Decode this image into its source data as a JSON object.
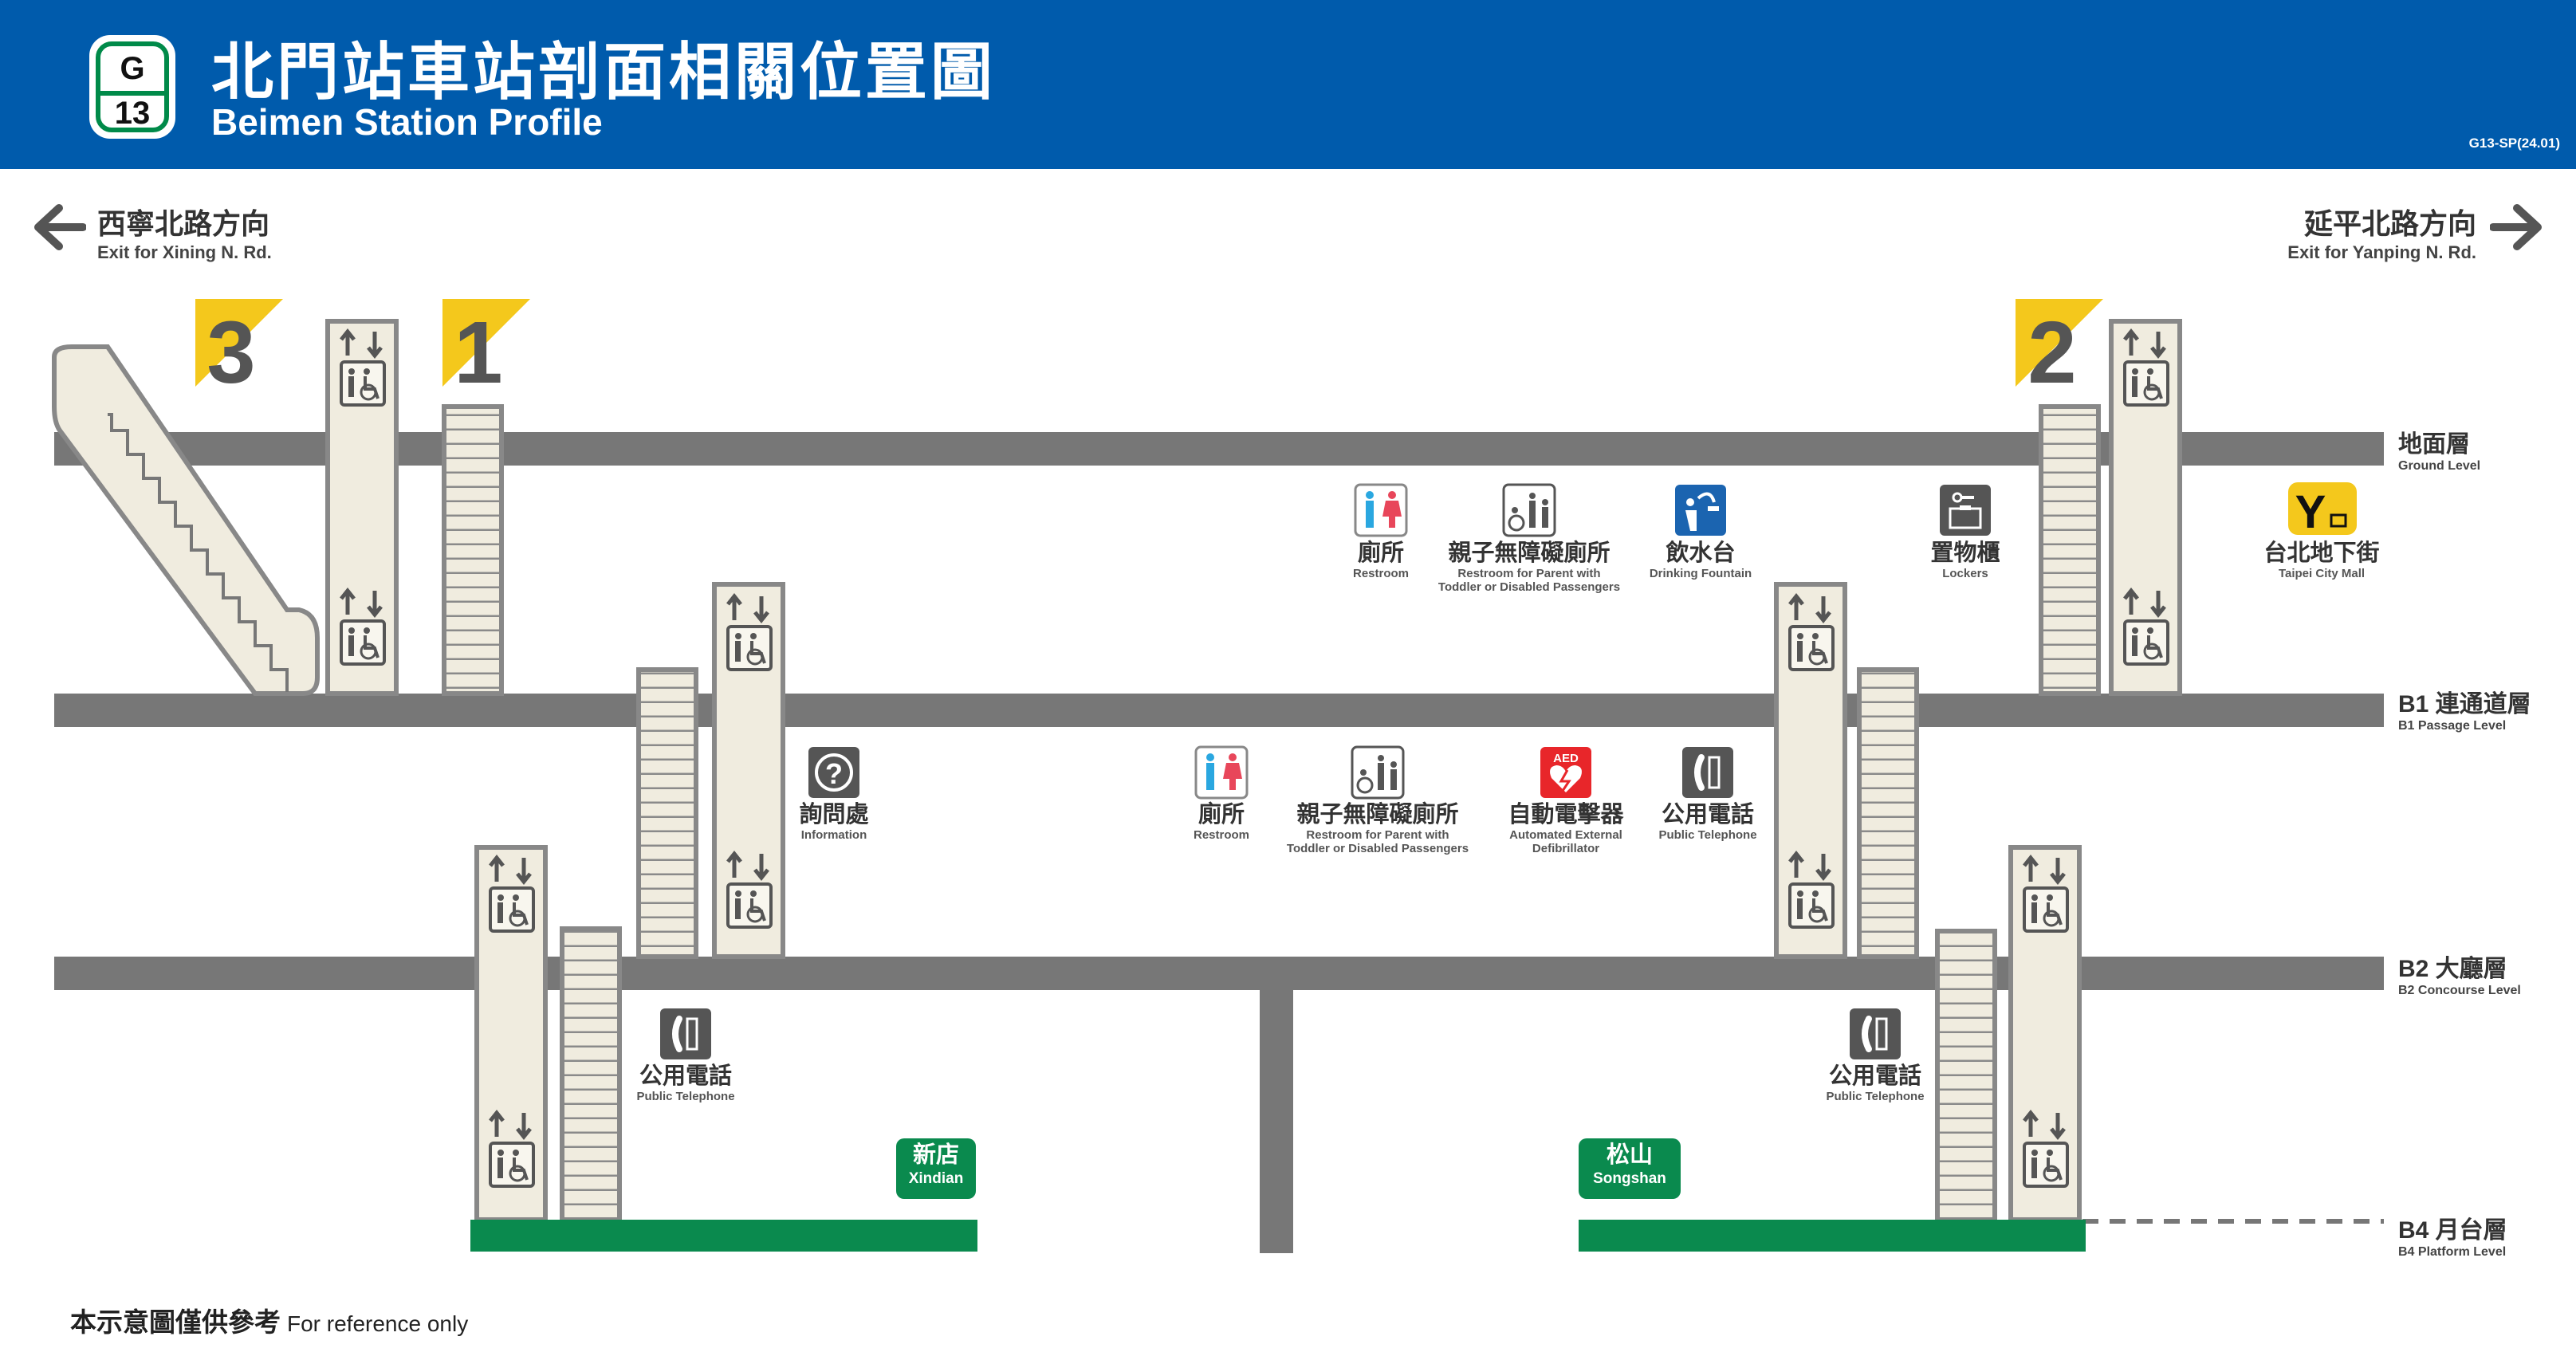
{
  "header": {
    "line_code": "G",
    "station_number": "13",
    "title_zh": "北門站車站剖面相關位置圖",
    "title_en": "Beimen Station Profile",
    "doc_code": "G13-SP(24.01)",
    "bg_color": "#005bac",
    "line_color": "#008a49"
  },
  "directions": {
    "left": {
      "zh": "西寧北路方向",
      "en": "Exit for Xining N. Rd."
    },
    "right": {
      "zh": "延平北路方向",
      "en": "Exit for Yanping N. Rd."
    }
  },
  "exits": [
    "3",
    "1",
    "2"
  ],
  "levels": [
    {
      "zh": "地面層",
      "en": "Ground Level"
    },
    {
      "zh": "B1 連通道層",
      "en": "B1 Passage Level"
    },
    {
      "zh": "B2 大廳層",
      "en": "B2 Concourse Level"
    },
    {
      "zh": "B4 月台層",
      "en": "B4 Platform Level"
    }
  ],
  "b1_facilities": [
    {
      "icon": "restroom-icon",
      "zh": "廁所",
      "en": [
        "Restroom"
      ]
    },
    {
      "icon": "family-restroom-icon",
      "zh": "親子無障礙廁所",
      "en": [
        "Restroom for Parent with",
        "Toddler or Disabled Passengers"
      ]
    },
    {
      "icon": "drinking-fountain-icon",
      "zh": "飲水台",
      "en": [
        "Drinking Fountain"
      ]
    },
    {
      "icon": "locker-icon",
      "zh": "置物櫃",
      "en": [
        "Lockers"
      ]
    },
    {
      "icon": "mall-icon",
      "zh": "台北地下街",
      "en": [
        "Taipei City Mall"
      ]
    }
  ],
  "b2_facilities": [
    {
      "icon": "information-icon",
      "zh": "詢問處",
      "en": [
        "Information"
      ]
    },
    {
      "icon": "restroom-icon",
      "zh": "廁所",
      "en": [
        "Restroom"
      ]
    },
    {
      "icon": "family-restroom-icon",
      "zh": "親子無障礙廁所",
      "en": [
        "Restroom for Parent with",
        "Toddler or Disabled Passengers"
      ]
    },
    {
      "icon": "aed-icon",
      "zh": "自動電擊器",
      "en": [
        "Automated External",
        "Defibrillator"
      ]
    },
    {
      "icon": "telephone-icon",
      "zh": "公用電話",
      "en": [
        "Public Telephone"
      ]
    }
  ],
  "b4_facilities": [
    {
      "icon": "telephone-icon",
      "zh": "公用電話",
      "en": [
        "Public Telephone"
      ]
    },
    {
      "icon": "telephone-icon",
      "zh": "公用電話",
      "en": [
        "Public Telephone"
      ]
    }
  ],
  "mall_badge": "Y",
  "aed_text": "AED",
  "platforms": [
    {
      "zh": "新店",
      "en": "Xindian"
    },
    {
      "zh": "松山",
      "en": "Songshan"
    }
  ],
  "footnote": {
    "zh": "本示意圖僅供參考",
    "en": "For reference only"
  },
  "colors": {
    "slab": "#777777",
    "structure": "#f0ecdf",
    "outline": "#888888",
    "exit_yellow": "#f4c81c",
    "platform_green": "#0a8a4e",
    "aed_red": "#e8262a",
    "drink_blue": "#1b64b0"
  }
}
